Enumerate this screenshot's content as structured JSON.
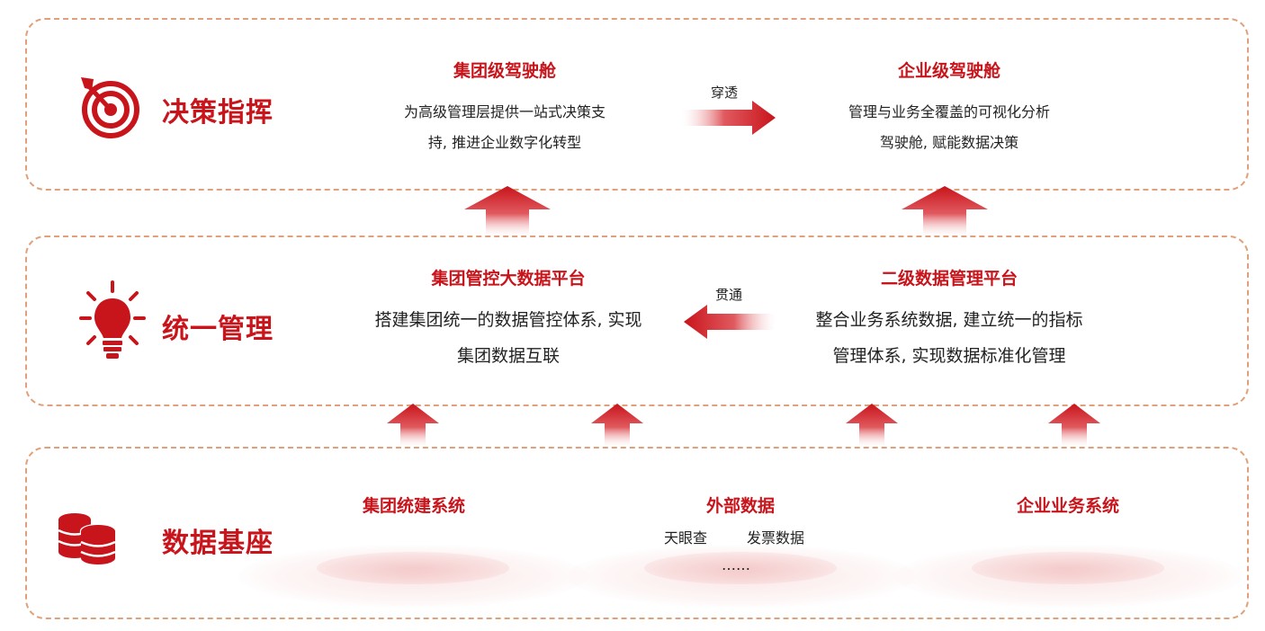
{
  "layers": {
    "decision": {
      "title": "决策指挥",
      "group_cockpit": {
        "title": "集团级驾驶舱",
        "line1": "为高级管理层提供一站式决策支",
        "line2": "持, 推进企业数字化转型"
      },
      "enterprise_cockpit": {
        "title": "企业级驾驶舱",
        "line1": "管理与业务全覆盖的可视化分析",
        "line2": "驾驶舱, 赋能数据决策"
      },
      "arrow_label": "穿透"
    },
    "management": {
      "title": "统一管理",
      "group_platform": {
        "title": "集团管控大数据平台",
        "line1": "搭建集团统一的数据管控体系, 实现",
        "line2": "集团数据互联"
      },
      "secondary_platform": {
        "title": "二级数据管理平台",
        "line1": "整合业务系统数据, 建立统一的指标",
        "line2": "管理体系, 实现数据标准化管理"
      },
      "arrow_label": "贯通"
    },
    "foundation": {
      "title": "数据基座",
      "group_system": {
        "title": "集团统建系统"
      },
      "external_data": {
        "title": "外部数据",
        "item1": "天眼查",
        "item2": "发票数据",
        "more": "……"
      },
      "business_system": {
        "title": "企业业务系统"
      }
    }
  },
  "colors": {
    "accent": "#c8141b",
    "border": "#e0a07a"
  },
  "icons": [
    "target-icon",
    "lightbulb-icon",
    "database-icon",
    "arrow-up-icon",
    "arrow-right-icon",
    "arrow-left-icon"
  ]
}
